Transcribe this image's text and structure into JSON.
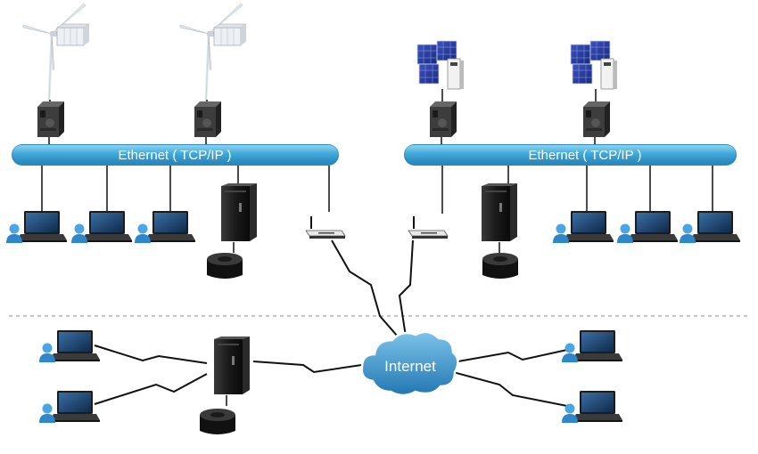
{
  "networks": {
    "left": {
      "bus_label": "Ethernet ( TCP/IP )"
    },
    "right": {
      "bus_label": "Ethernet ( TCP/IP )"
    }
  },
  "internet": {
    "label": "Internet"
  },
  "icons": {
    "wind_turbine": "wind-turbine-icon",
    "solar_panel": "solar-panel-icon",
    "data_logger": "data-logger-icon",
    "laptop": "laptop-user-icon",
    "server": "server-tower-icon",
    "storage": "disk-storage-icon",
    "router": "wireless-router-icon"
  },
  "colors": {
    "bus_blue": "#3ea8d8",
    "cloud_blue": "#2f8fc7",
    "dashed_divider": "#b0b0b0"
  }
}
